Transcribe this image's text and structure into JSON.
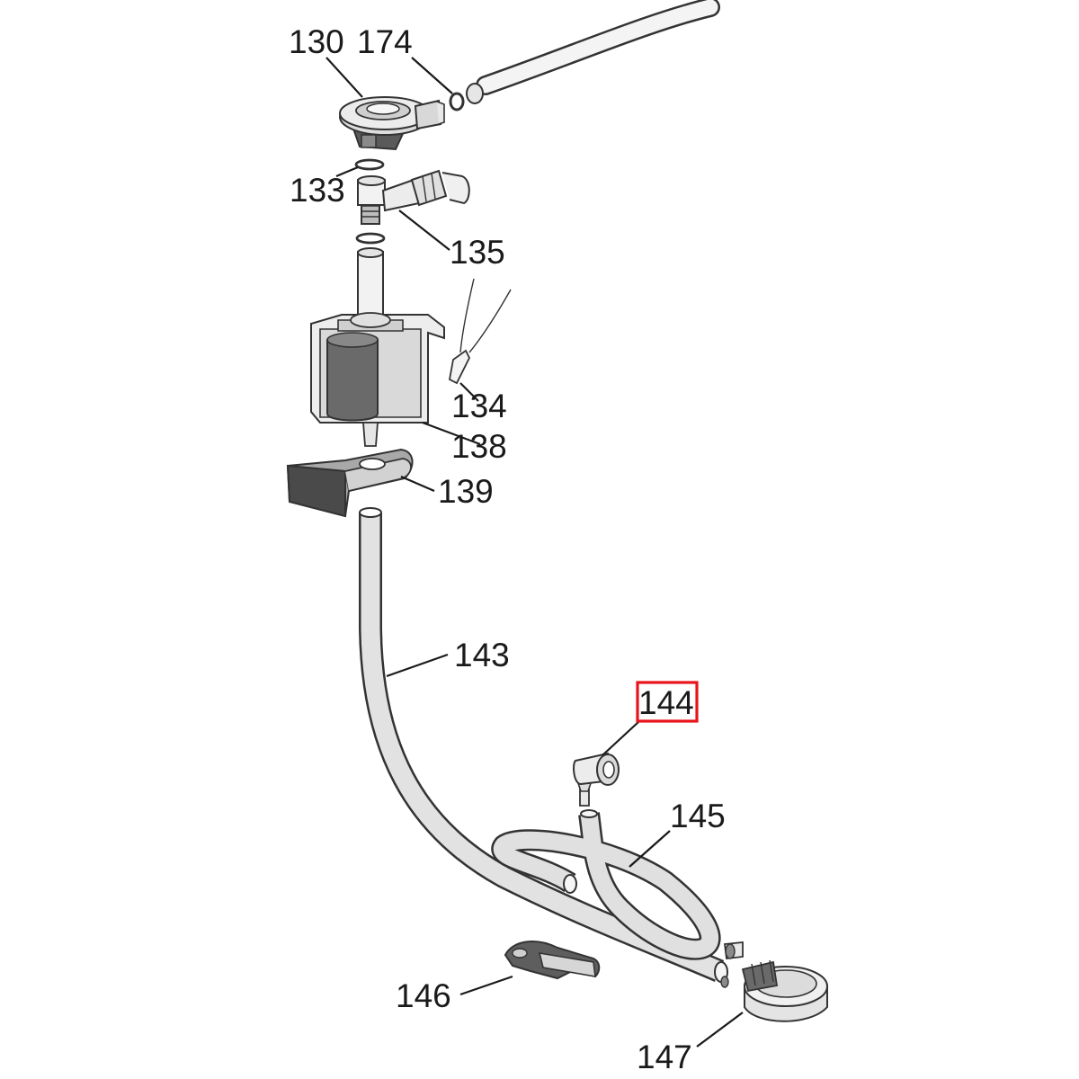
{
  "diagram": {
    "parts": [
      {
        "id": "p130",
        "label": "130"
      },
      {
        "id": "p174",
        "label": "174"
      },
      {
        "id": "p133",
        "label": "133"
      },
      {
        "id": "p135",
        "label": "135"
      },
      {
        "id": "p134",
        "label": "134"
      },
      {
        "id": "p138",
        "label": "138"
      },
      {
        "id": "p139",
        "label": "139"
      },
      {
        "id": "p143",
        "label": "143"
      },
      {
        "id": "p144",
        "label": "144",
        "highlighted": true
      },
      {
        "id": "p145",
        "label": "145"
      },
      {
        "id": "p146",
        "label": "146"
      },
      {
        "id": "p147",
        "label": "147"
      }
    ],
    "highlight_color": "#e8141b"
  }
}
